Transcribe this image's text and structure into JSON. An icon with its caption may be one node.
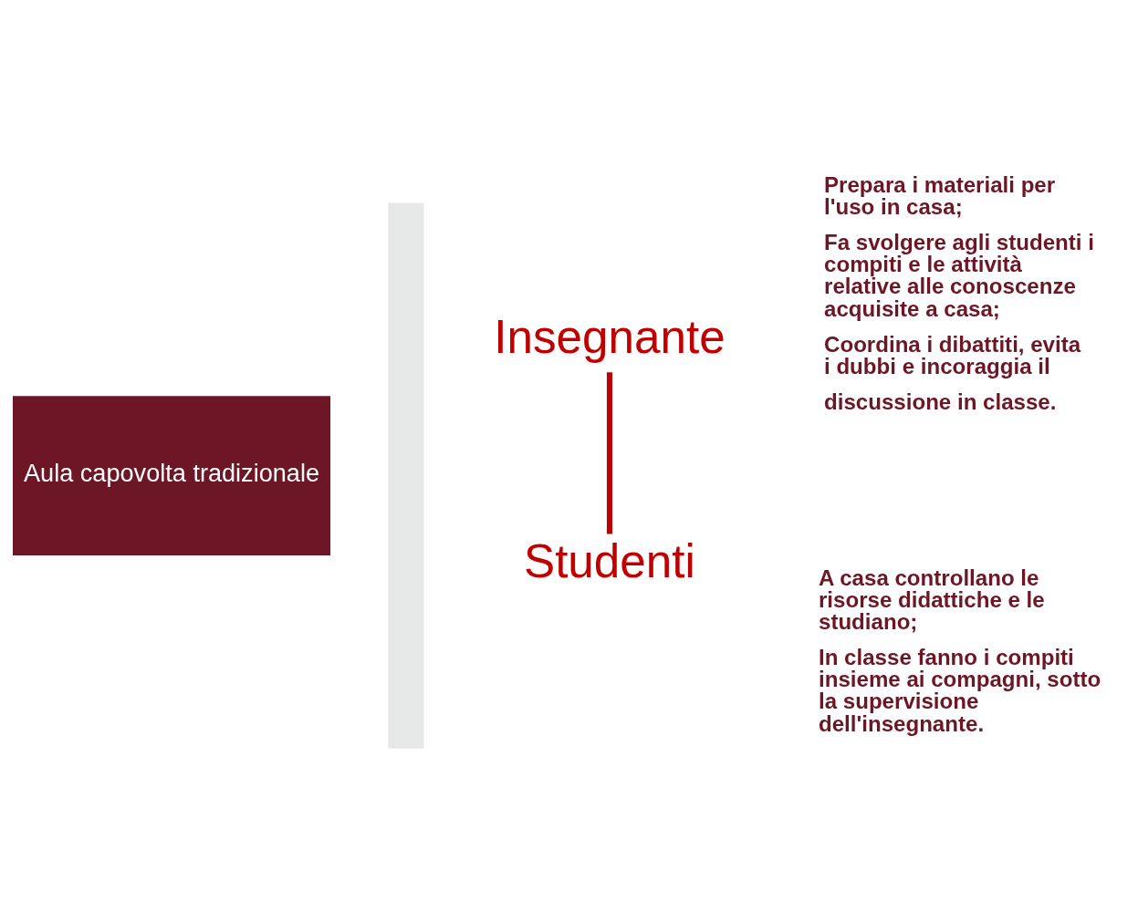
{
  "diagram": {
    "nodes": [
      {
        "text": [
          "Aula capovolta tradizionale"
        ]
      },
      {
        "text": [],
        "shape": "bar"
      },
      {
        "text": [
          "Insegnante"
        ],
        "beside": [
          "Prepara i materiali per l'uso in casa;",
          "Fa svolgere agli studenti i compiti e le attività relative alle conoscenze acquisite a casa;",
          "Coordina i dibattiti, evita i dubbi e incoraggia il",
          "discussione in classe."
        ]
      },
      {
        "text": [
          "Studenti"
        ],
        "beside": [
          "A casa controllano le risorse didattiche e le studiano;",
          "In classe fanno i compiti insieme ai compagni, sotto la supervisione dell'insegnante."
        ]
      }
    ],
    "edges": [
      {
        "from": 2,
        "to": 3,
        "arrow": "none",
        "color": "#c00000"
      }
    ]
  }
}
